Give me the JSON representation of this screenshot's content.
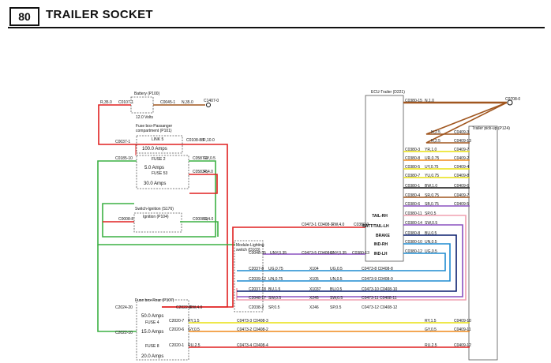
{
  "header": {
    "page_number": "80",
    "title": "TRAILER SOCKET"
  },
  "colors": {
    "red": "#e02020",
    "green": "#3cb043",
    "brown": "#a0561f",
    "orange": "#f08a1c",
    "yellow": "#e8e010",
    "blue": "#1e8bd0",
    "navy": "#0a1e6e",
    "purple": "#8a50c0",
    "pink": "#f0a0b0",
    "grey": "#9a9a9a",
    "black": "#111111",
    "frame": "#555555"
  },
  "battery": {
    "title": "Battery (P100)",
    "volts": "12.0 Volts",
    "c_left": "C0107-1",
    "c_right": "C0045-1",
    "c_end": "C1407-0",
    "wire_left": "R,35.0",
    "wire_right": "N,35.0"
  },
  "fusebox_pass": {
    "title_1": "Fuse box-Passanger",
    "title_2": "compartment (P101)",
    "link": "LINK 5",
    "amps": "100.0 Amps",
    "c_left": "C0037-1",
    "c_right": "C0108-88",
    "wire": "R,10.0",
    "fuse1": "FUSE 2",
    "fuse1_amps": "5.0 Amps",
    "fuse2": "FUSE 53",
    "fuse2_amps": "30.0 Amps",
    "c_f_left": "C0185-10",
    "c_f1": "C0587-6",
    "c_f2": "C0583-5",
    "wire_f1": "GY,0.5",
    "wire_f2": "R,4.0"
  },
  "ignition": {
    "title": "Switch-Ignition (S176)",
    "sub": "Ignition (P104)",
    "c_left": "C0008-8",
    "c_right": "C0008-9",
    "wire": "G,4.0"
  },
  "ecu": {
    "title": "ECU-Trailer (D221)",
    "pins": [
      "TAIL-RH",
      "BATT/TAIL-LH",
      "BRAKE",
      "IND-RH",
      "IND-LH"
    ],
    "c_in": "C0380-9",
    "wire_in_conn": "C0473-1 C0408-1",
    "wire_in": "RW,4.0"
  },
  "pickup": {
    "title": "Trailer pick-up (P124)"
  },
  "ecu_rows": [
    {
      "c": "C0380-15",
      "w": "N,1.0",
      "d": ""
    },
    {
      "c": "",
      "w": "N,2.5",
      "d": "C0409-3"
    },
    {
      "c": "",
      "w": "N,2.5",
      "d": "C0409-13"
    },
    {
      "c": "C0380-3",
      "w": "YR,1.0",
      "d": "C0409-7"
    },
    {
      "c": "C0380-8",
      "w": "UR,0.75",
      "d": "C0409-2"
    },
    {
      "c": "C0380-5",
      "w": "UY,0.75",
      "d": "C0409-4"
    },
    {
      "c": "C0380-7",
      "w": "YU,0.75",
      "d": "C0409-8"
    },
    {
      "c": "C0380-1",
      "w": "BW,1.0",
      "d": "C0409-6"
    },
    {
      "c": "C0380-4",
      "w": "SR,0.75",
      "d": "C0409-7"
    },
    {
      "c": "C0380-6",
      "w": "SB,0.75",
      "d": "C0409-5"
    },
    {
      "c": "C0380-11",
      "w": "SP,0.5",
      "d": ""
    },
    {
      "c": "C0380-14",
      "w": "SW,0.5",
      "d": ""
    },
    {
      "c": "C0380-8",
      "w": "BU,0.5",
      "d": ""
    },
    {
      "c": "C0380-10",
      "w": "UN,0.5",
      "d": ""
    },
    {
      "c": "C0380-12",
      "w": "UG,0.5",
      "d": ""
    }
  ],
  "end_conn": "C0708-0",
  "module": {
    "title_1": "Module-Lighting",
    "title_2": "switch (D103)",
    "c": "C0048-35",
    "w": "UNY,0.35",
    "c2": "C0473-5 C0408-5",
    "w2": "UNY,0.35",
    "c3": "C0380-13"
  },
  "mid_rows": [
    {
      "c": "C2037-8",
      "w": "UG,0.75",
      "x": "X104",
      "w2": "UG,0.5",
      "c2": "C0473-8 C0408-8"
    },
    {
      "c": "C2039-12",
      "w": "UN,0.75",
      "x": "X105",
      "w2": "UN,0.5",
      "c2": "C0473-9 C0408-9"
    },
    {
      "c": "C2037-18",
      "w": "BU,1.5",
      "x": "X1037",
      "w2": "BU,0.5",
      "c2": "C0473-10 C0408-10"
    },
    {
      "c": "C2048-17",
      "w": "SW,0.5",
      "x": "X245",
      "w2": "SW,0.5",
      "c2": "C0473-11 C0408-11"
    },
    {
      "c": "C2038-2",
      "w": "SP,0.5",
      "x": "X246",
      "w2": "SP,0.5",
      "c2": "C0473-12 C0408-12"
    }
  ],
  "fusebox_rear": {
    "title": "Fuse box-Rear (P107)",
    "c_left": "C2024-20",
    "c_right": "C2022-3",
    "wire": "RW,4.0",
    "amps": "50.0 Amps",
    "f1": "FUSE 4",
    "f1_amps": "15.0 Amps",
    "f2": "FUSE 8",
    "f2_amps": "20.0 Amps",
    "c_f_left": "C2022-10"
  },
  "bottom_rows": [
    {
      "c": "C2020-7",
      "w": "RY,1.5",
      "c2": "C0473-3 C0408-3",
      "w2": "RY,1.5",
      "d": "C0409-10"
    },
    {
      "c": "C2020-6",
      "w": "GY,0.5",
      "c2": "C0473-2 C0408-2",
      "w2": "GY,0.5",
      "d": "C0409-11"
    },
    {
      "c": "C2020-1",
      "w": "RU,2.5",
      "c2": "C0473-4 C0408-4",
      "w2": "RU,2.5",
      "d": "C0409-12"
    }
  ]
}
